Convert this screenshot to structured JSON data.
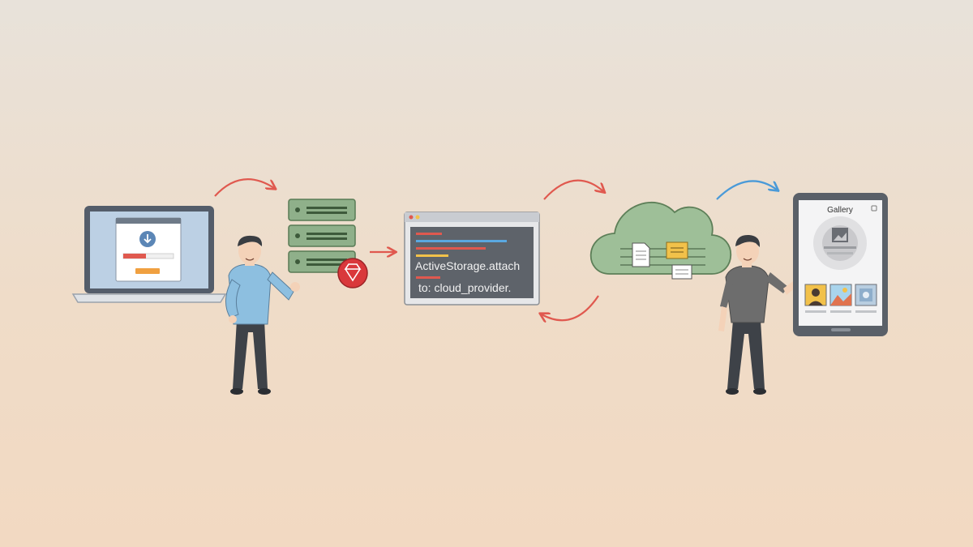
{
  "code_window": {
    "line1": "ActiveStorage.attach",
    "line2": "to: cloud_provider."
  },
  "tablet": {
    "title": "Gallery"
  },
  "colors": {
    "flow_arrow": "#e0594f",
    "final_arrow": "#4a9ad8",
    "server_green": "#8fb08a",
    "cloud_green": "#9ebf98",
    "ruby_red": "#d9383b",
    "hoodie_blue": "#8dbfe0",
    "shirt_gray": "#6d6d6d"
  },
  "icons": [
    "download-icon",
    "ruby-gem-icon",
    "document-icon",
    "image-icon"
  ]
}
